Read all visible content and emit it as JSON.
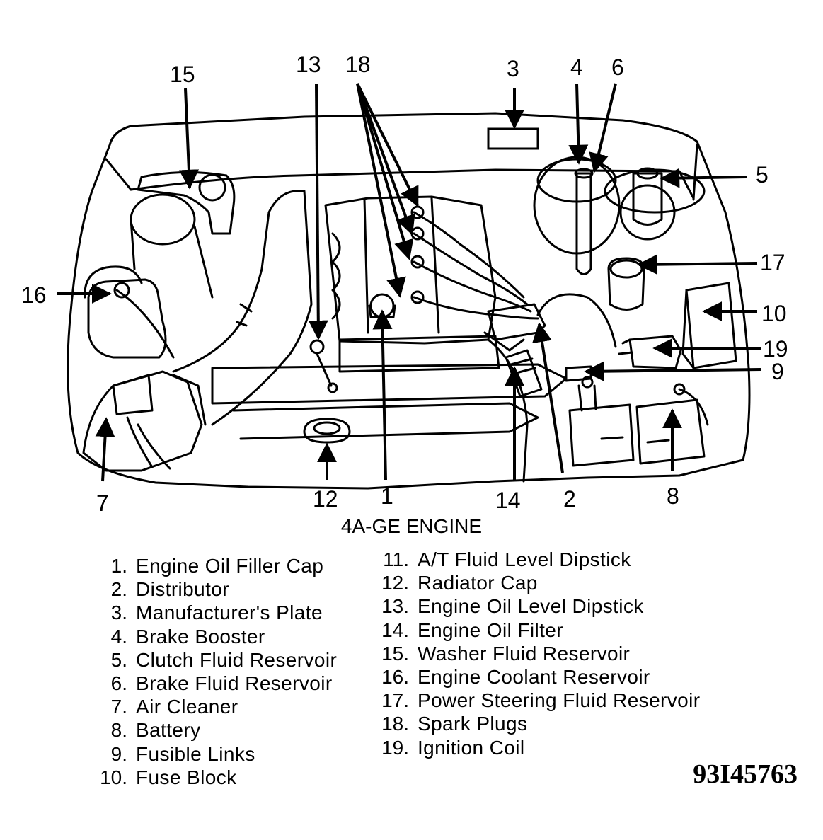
{
  "diagram": {
    "callouts": [
      "13",
      "18",
      "3",
      "4",
      "6",
      "15",
      "5",
      "17",
      "16",
      "10",
      "19",
      "9",
      "7",
      "12",
      "1",
      "14",
      "2",
      "8"
    ],
    "caption": "4A-GE ENGINE"
  },
  "legend": {
    "left": [
      {
        "num": "1.",
        "label": "Engine Oil Filler Cap"
      },
      {
        "num": "2.",
        "label": "Distributor"
      },
      {
        "num": "3.",
        "label": "Manufacturer's Plate"
      },
      {
        "num": "4.",
        "label": "Brake Booster"
      },
      {
        "num": "5.",
        "label": "Clutch Fluid Reservoir"
      },
      {
        "num": "6.",
        "label": "Brake Fluid Reservoir"
      },
      {
        "num": "7.",
        "label": "Air Cleaner"
      },
      {
        "num": "8.",
        "label": "Battery"
      },
      {
        "num": "9.",
        "label": "Fusible Links"
      },
      {
        "num": "10.",
        "label": "Fuse Block"
      }
    ],
    "right": [
      {
        "num": "11.",
        "label": "A/T Fluid Level Dipstick"
      },
      {
        "num": "12.",
        "label": "Radiator Cap"
      },
      {
        "num": "13.",
        "label": "Engine Oil Level Dipstick"
      },
      {
        "num": "14.",
        "label": "Engine Oil Filter"
      },
      {
        "num": "15.",
        "label": "Washer Fluid Reservoir"
      },
      {
        "num": "16.",
        "label": "Engine Coolant Reservoir"
      },
      {
        "num": "17.",
        "label": "Power Steering Fluid Reservoir"
      },
      {
        "num": "18.",
        "label": "Spark Plugs"
      },
      {
        "num": "19.",
        "label": "Ignition Coil"
      }
    ]
  },
  "figure_id": "93I45763"
}
